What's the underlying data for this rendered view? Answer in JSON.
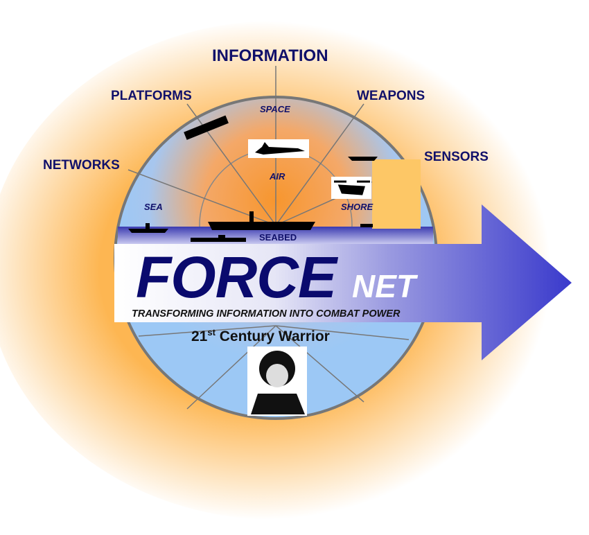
{
  "labels": {
    "information": "INFORMATION",
    "platforms": "PLATFORMS",
    "weapons": "WEAPONS",
    "networks": "NETWORKS",
    "sensors": "SENSORS"
  },
  "zones": {
    "space": "SPACE",
    "air": "AIR",
    "sea": "SEA",
    "shore": "SHORE",
    "seabed": "SEABED"
  },
  "logo": {
    "force": "FORCE",
    "net": "NET",
    "tagline": "TRANSFORMING INFORMATION INTO COMBAT POWER"
  },
  "warrior": {
    "prefix": "21",
    "sup": "st",
    "rest": " Century Warrior"
  },
  "colors": {
    "navy": "#10106a",
    "sky": "#9cc8f5",
    "orange": "#f7962e",
    "arrow": "#3a3acc"
  }
}
